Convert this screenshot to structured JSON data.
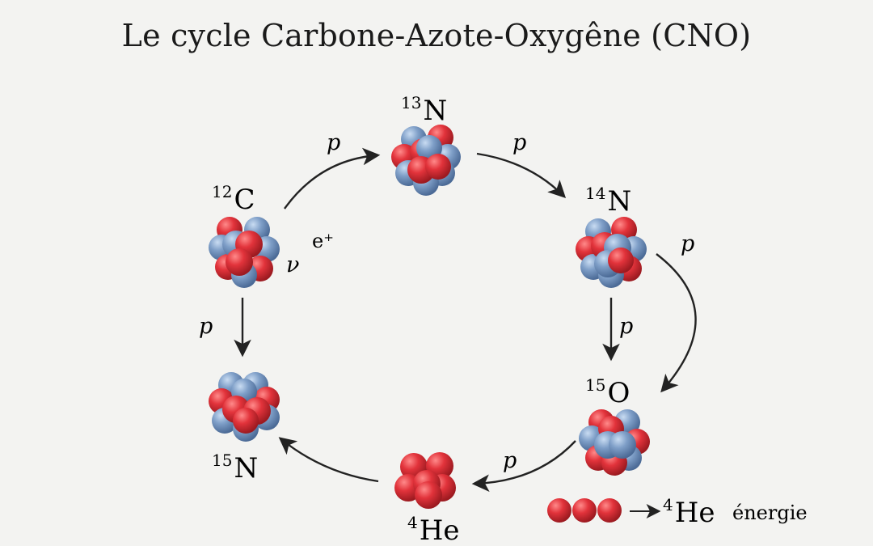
{
  "title": "Le cycle Carbone-Azote-Oxygêne (CNO)",
  "colors": {
    "proton": "#d8323a",
    "neutron": "#7f9fc8",
    "arrow": "#222222"
  },
  "nuclei": {
    "c12": {
      "mass": "12",
      "symbol": "C"
    },
    "n13": {
      "mass": "13",
      "symbol": "N"
    },
    "n14": {
      "mass": "14",
      "symbol": "N"
    },
    "o15": {
      "mass": "15",
      "symbol": "O"
    },
    "n15": {
      "mass": "15",
      "symbol": "N"
    },
    "he4": {
      "mass": "4",
      "symbol": "He"
    }
  },
  "labels": {
    "proton": "p",
    "positron": "e⁺",
    "neutrino": "ν"
  },
  "legend": {
    "mass": "4",
    "symbol": "He",
    "energy": "énergie"
  }
}
